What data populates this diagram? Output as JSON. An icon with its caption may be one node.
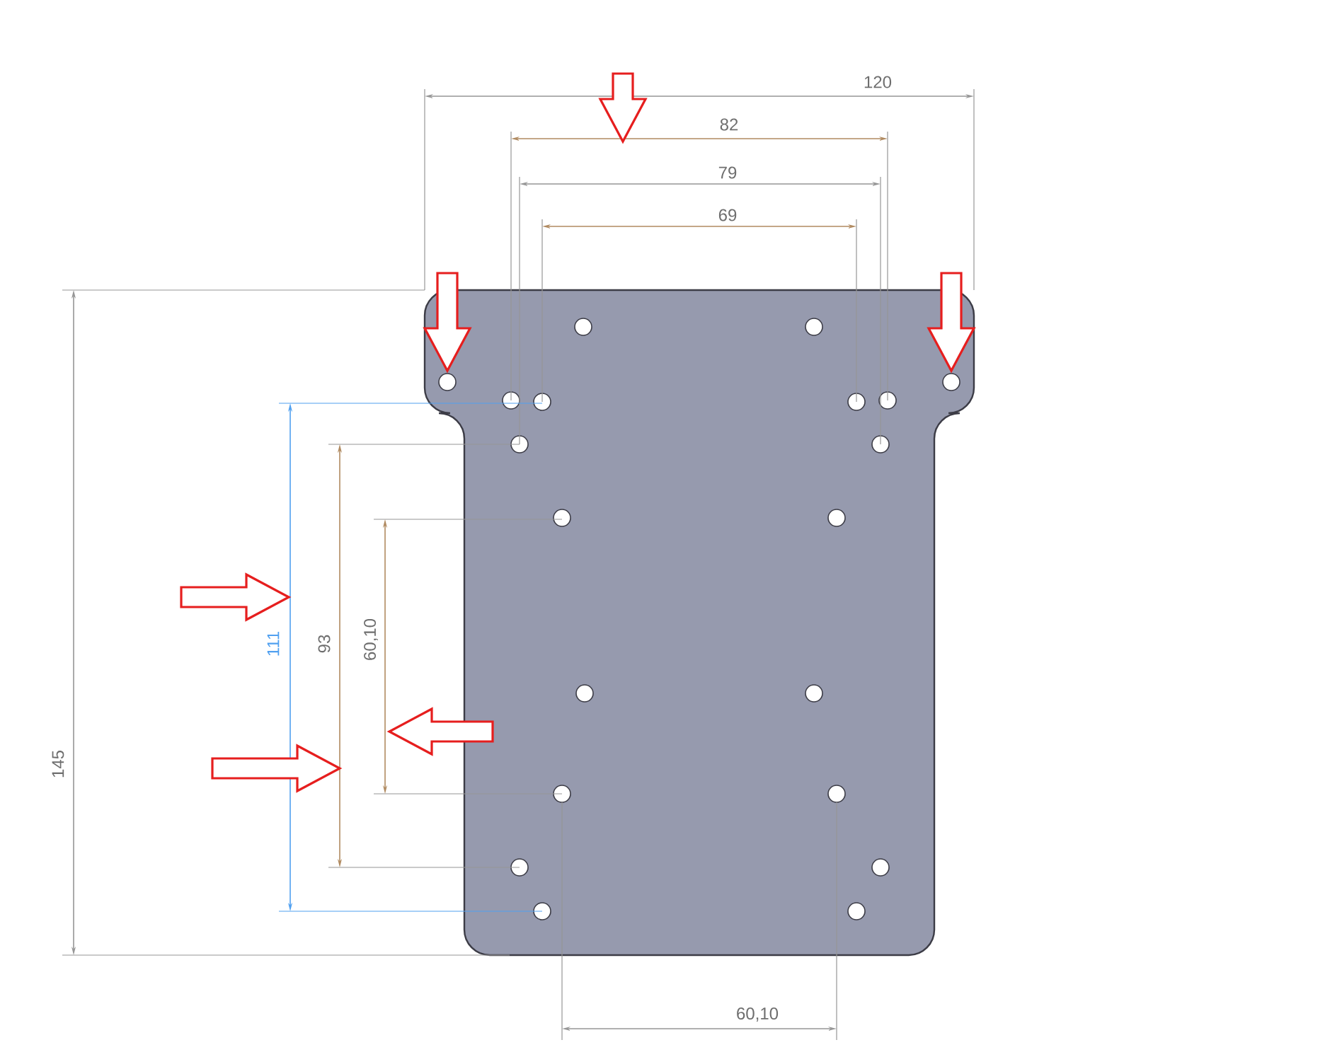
{
  "diagram": {
    "labels": [
      "120",
      "82",
      "79",
      "69",
      "145",
      "111",
      "93",
      "60,10",
      "60,10"
    ]
  }
}
